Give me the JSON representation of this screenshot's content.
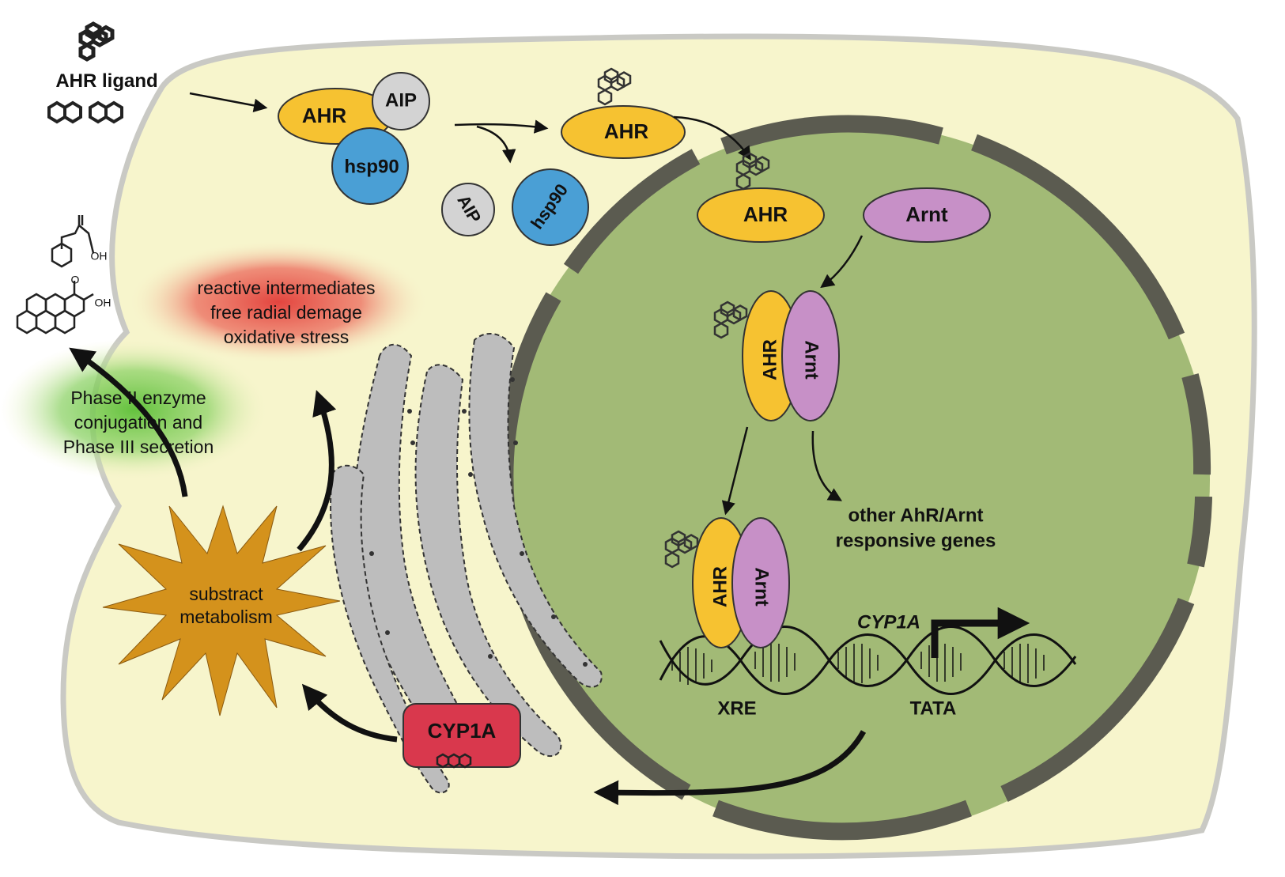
{
  "labels": {
    "ahr_ligand": "AHR ligand",
    "complex_ahr": "AHR",
    "complex_aip": "AIP",
    "complex_hsp90": "hsp90",
    "free_aip": "AIP",
    "free_hsp90": "hsp90",
    "ligand_bound_ahr": "AHR",
    "nuclear_ahr": "AHR",
    "nuclear_arnt": "Arnt",
    "dimer_ahr": "AHR",
    "dimer_arnt": "Arnt",
    "dna_ahr": "AHR",
    "dna_arnt": "Arnt",
    "other_genes_line1": "other AhR/Arnt",
    "other_genes_line2": "responsive genes",
    "cyp1a_gene": "CYP1A",
    "xre": "XRE",
    "tata": "TATA",
    "cyp1a_enzyme": "CYP1A",
    "substrate_line1": "substract",
    "substrate_line2": "metabolism",
    "reactive_line1": "reactive intermediates",
    "reactive_line2": "free radial demage",
    "reactive_line3": "oxidative stress",
    "phase_line1": "Phase II enzyme",
    "phase_line2": "conjugation and",
    "phase_line3": "Phase III secretion",
    "oh_top": "OH",
    "oh_bottom": "OH",
    "o_label": "O"
  },
  "colors": {
    "cytoplasm": "#f7f5cc",
    "cell_border": "#c9c9c4",
    "nucleus": "#a2ba76",
    "nuclear_envelope": "#5b5b50",
    "ahr": "#f6c231",
    "arnt": "#c790c7",
    "aip": "#d3d3d3",
    "hsp90": "#4a9fd5",
    "cyp1a": "#d9384d",
    "substrate_burst": "#d4921c",
    "reactive_glow": "#e8443f",
    "phase_glow": "#6cc444",
    "er": "#bdbdbd"
  }
}
